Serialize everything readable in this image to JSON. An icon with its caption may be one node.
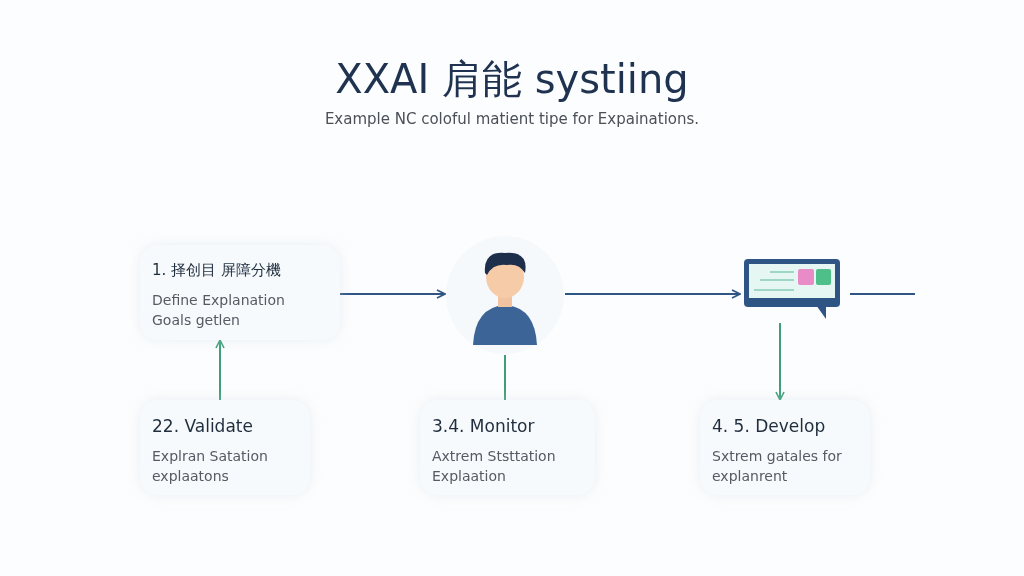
{
  "diagram": {
    "title": "XXAI 肩能 systiing",
    "caption": "Example NC coloful matient tipe for Expainations.",
    "nodes": [
      {
        "text": [
          "1. 择创目 屏障分機",
          "Define Explanation Goals getlen"
        ]
      },
      {
        "text": [],
        "shape": "person"
      },
      {
        "text": [],
        "shape": "picture"
      },
      {
        "text": [
          "22. Validate",
          "Explran Satation explaatons"
        ]
      },
      {
        "text": [
          "3.4. Monitor",
          "Axtrem Ststtation Explaation"
        ]
      },
      {
        "text": [
          "4. 5. Develop",
          "Sxtrem gatales for explanrent"
        ]
      }
    ],
    "edges": [
      {
        "from": 0,
        "to": 1,
        "arrow": "to"
      },
      {
        "from": 1,
        "to": 2,
        "arrow": "to"
      },
      {
        "from": 2,
        "to": null,
        "arrow": "none"
      },
      {
        "from": 3,
        "to": 0,
        "arrow": "to",
        "color": "#3f9e78"
      },
      {
        "from": 1,
        "to": 4,
        "arrow": "none",
        "color": "#3f9e78"
      },
      {
        "from": 2,
        "to": 5,
        "arrow": "to",
        "color": "#3f9e78"
      }
    ]
  }
}
